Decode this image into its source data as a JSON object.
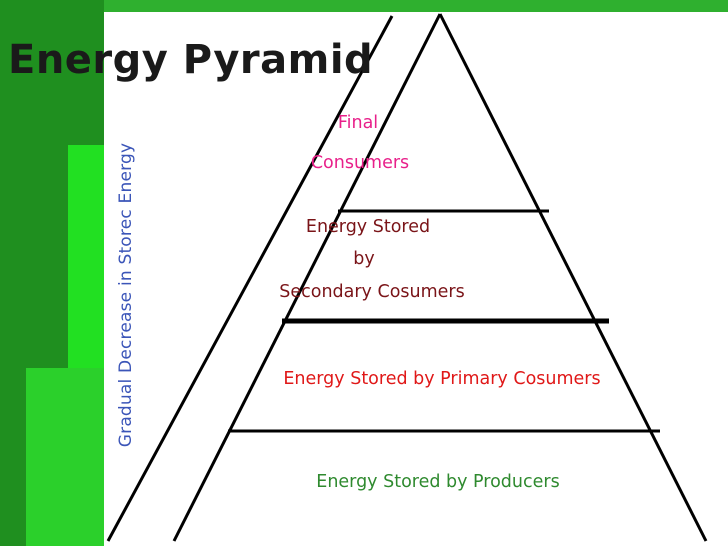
{
  "slide": {
    "title": "Energy Pyramid"
  },
  "side_label": "Gradual Decrease in Storec Energy",
  "tiers": [
    {
      "lines": [
        "Final",
        "Consumers"
      ],
      "color": "#e8208a"
    },
    {
      "lines": [
        "Energy Stored",
        "by",
        "Secondary Cosumers"
      ],
      "color": "#7a1418"
    },
    {
      "lines": [
        "Energy Stored by Primary Cosumers"
      ],
      "color": "#e01818"
    },
    {
      "lines": [
        "Energy Stored by Producers"
      ],
      "color": "#2f8a2f"
    }
  ],
  "colors": {
    "background_green": "#2a9a2a",
    "bright_green": "#22e022",
    "dark_green": "#138a13",
    "panel_white": "#ffffff",
    "pyramid_lines": "#000000"
  }
}
